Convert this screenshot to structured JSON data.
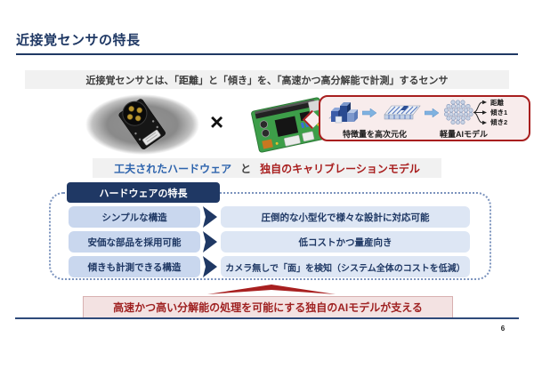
{
  "slide": {
    "title": "近接覚センサの特長",
    "subtitle": "近接覚センサとは、「距離」と「傾き」を、「高速かつ高分解能で計測」するセンサ",
    "page_number": "6"
  },
  "combo": {
    "multiply_sign": "×",
    "hardware_label": "工夫されたハードウェア",
    "and_label": "と",
    "calibration_label": "独自のキャリブレーションモデル"
  },
  "bubble": {
    "feature_caption": "特徴量を高次元化",
    "ai_caption": "軽量AIモデル",
    "outputs": [
      "距離",
      "傾き1",
      "傾き2"
    ]
  },
  "hardware_section": {
    "header": "ハードウェアの特長",
    "rows": [
      {
        "feature": "シンプルな構造",
        "benefit": "圧倒的な小型化で様々な設計に対応可能"
      },
      {
        "feature": "安価な部品を採用可能",
        "benefit": "低コストかつ量産向き"
      },
      {
        "feature": "傾きも計測できる構造",
        "benefit": "カメラ無しで「面」を検知（システム全体のコストを低減）"
      }
    ]
  },
  "footer_banner": "高速かつ高い分解能の処理を可能にする独自のAIモデルが支える",
  "colors": {
    "navy": "#1f3864",
    "red_accent": "#a81e1e",
    "feature_box_blue": "#c9d7ee",
    "benefit_box_blue": "#dde6f4",
    "banner_pink": "#f3e2e2",
    "bubble_pink": "#f8ecec",
    "gray_bar": "#f1f1f1"
  }
}
